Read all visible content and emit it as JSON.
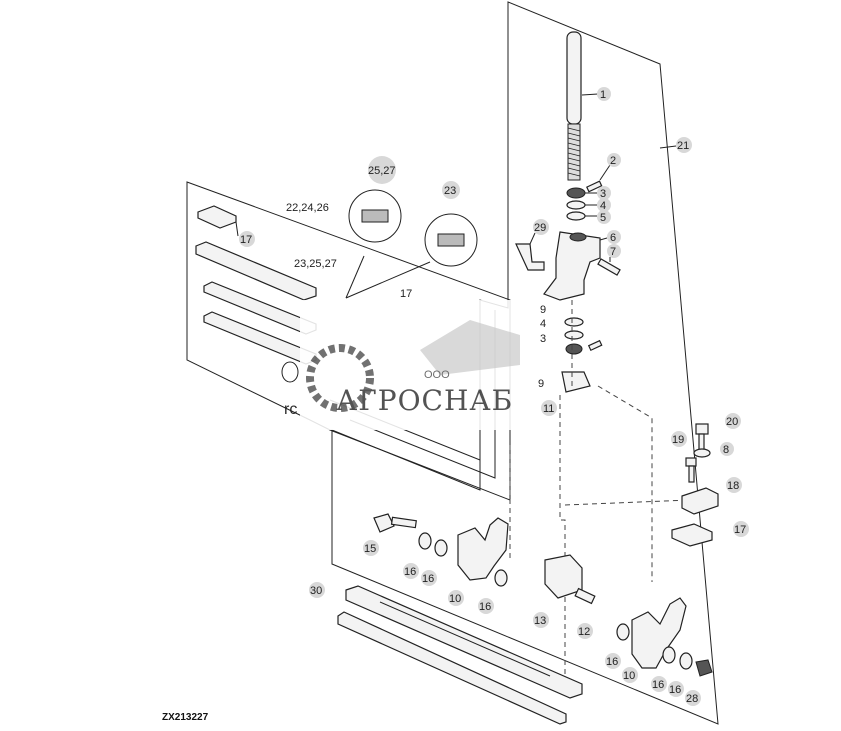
{
  "figure": {
    "id": "ZX213227",
    "watermark": {
      "company_prefix": "ООО",
      "company_name": "АГРОСНАБ"
    },
    "stray_text": "rc"
  },
  "callouts": {
    "c1": "1",
    "c2": "2",
    "c3a": "3",
    "c4a": "4",
    "c5": "5",
    "c6": "6",
    "c7": "7",
    "c29": "29",
    "c21": "21",
    "c9a": "9",
    "c4b": "4",
    "c3b": "3",
    "c9b": "9",
    "c11": "11",
    "c2527": "25,27",
    "c23": "23",
    "c222426": "22,24,26",
    "c232527": "23,25,27",
    "c17a": "17",
    "c17b": "17",
    "c17c": "17",
    "c20": "20",
    "c19": "19",
    "c8": "8",
    "c18": "18",
    "c15": "15",
    "c16a": "16",
    "c16b": "16",
    "c10a": "10",
    "c16c": "16",
    "c13": "13",
    "c12": "12",
    "c30": "30",
    "c16d": "16",
    "c10b": "10",
    "c16e": "16",
    "c16f": "16",
    "c28": "28"
  }
}
